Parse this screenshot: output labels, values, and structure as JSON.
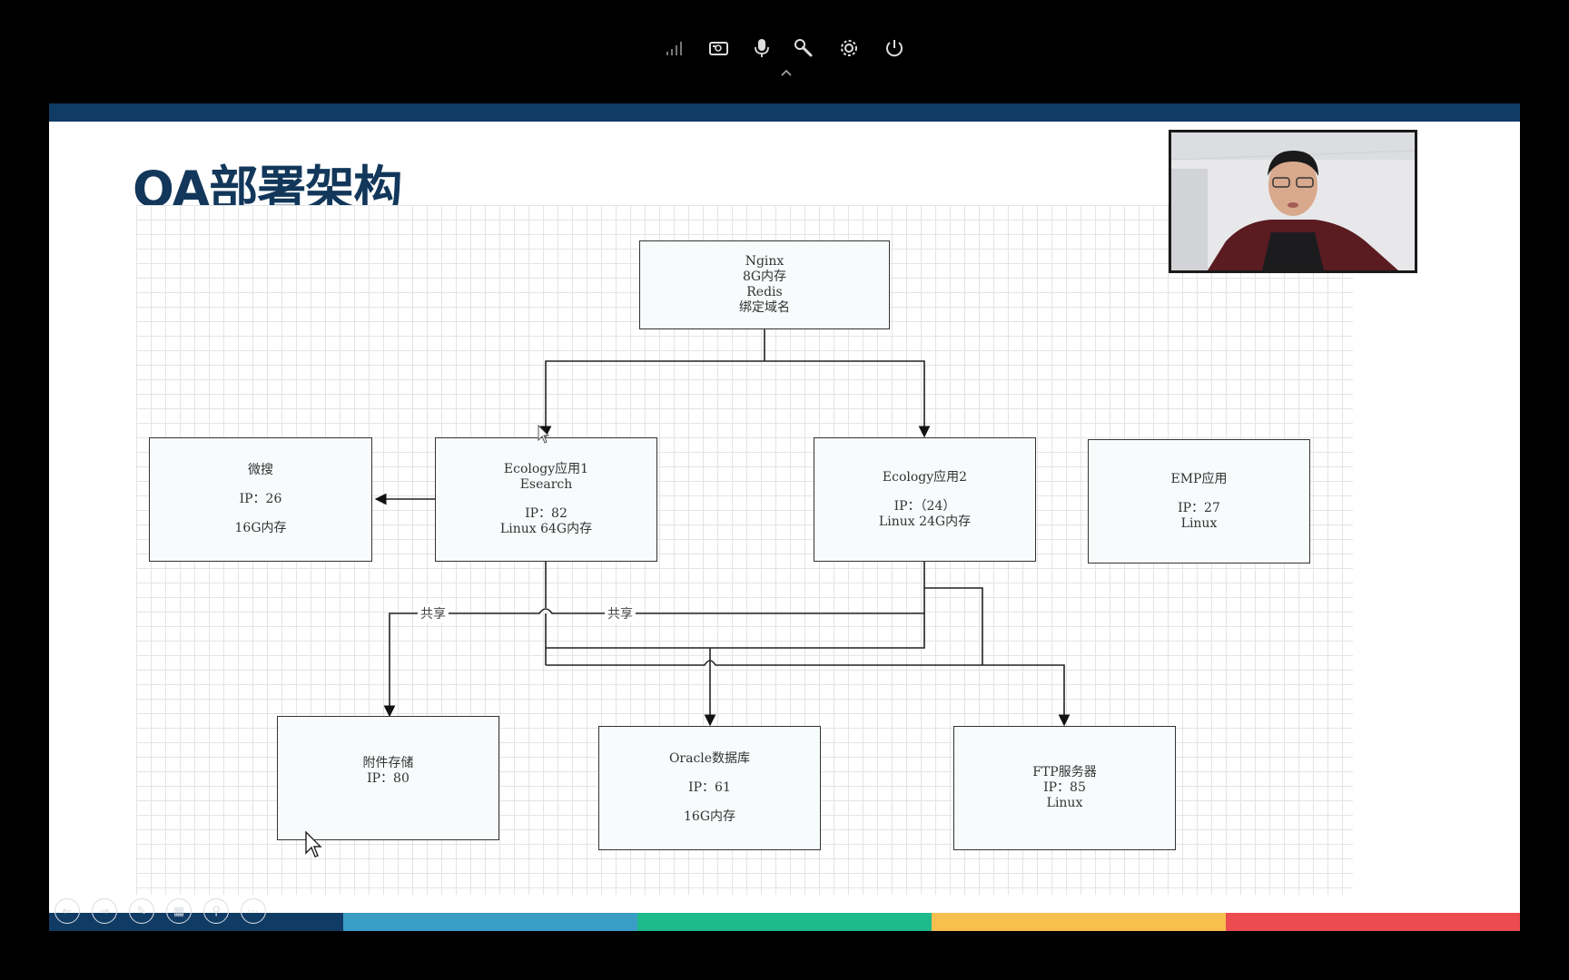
{
  "slide": {
    "title": "OA部署架构"
  },
  "toolbar": {
    "icons": [
      "signal-icon",
      "camera-icon",
      "microphone-icon",
      "wrench-icon",
      "gear-icon",
      "power-icon"
    ]
  },
  "diagram": {
    "nginx": {
      "line1": "Nginx",
      "line2": "8G内存",
      "line3": "Redis",
      "line4": "绑定域名"
    },
    "weisou": {
      "line1": "微搜",
      "line2": "IP：26",
      "line3": "16G内存"
    },
    "ecology1": {
      "line1": "Ecology应用1",
      "line2": "Esearch",
      "line3": "IP：82",
      "line4": "Linux 64G内存"
    },
    "ecology2": {
      "line1": "Ecology应用2",
      "line2": "IP：（24）",
      "line3": "Linux 24G内存"
    },
    "emp": {
      "line1": "EMP应用",
      "line2": "IP：27",
      "line3": "Linux"
    },
    "attachment": {
      "line1": "附件存储",
      "line2": "IP：80"
    },
    "oracle": {
      "line1": "Oracle数据库",
      "line2": "IP：61",
      "line3": "16G内存"
    },
    "ftp": {
      "line1": "FTP服务器",
      "line2": "IP：85",
      "line3": "Linux"
    },
    "edge_labels": {
      "share1": "共享",
      "share2": "共享"
    }
  },
  "colors": {
    "slide_header": "#0f3b64",
    "title": "#12375b",
    "bottom_stripes": [
      "#0f3b64",
      "#3a9dc6",
      "#1fba8c",
      "#f7bf4d",
      "#ec4c4f"
    ]
  }
}
